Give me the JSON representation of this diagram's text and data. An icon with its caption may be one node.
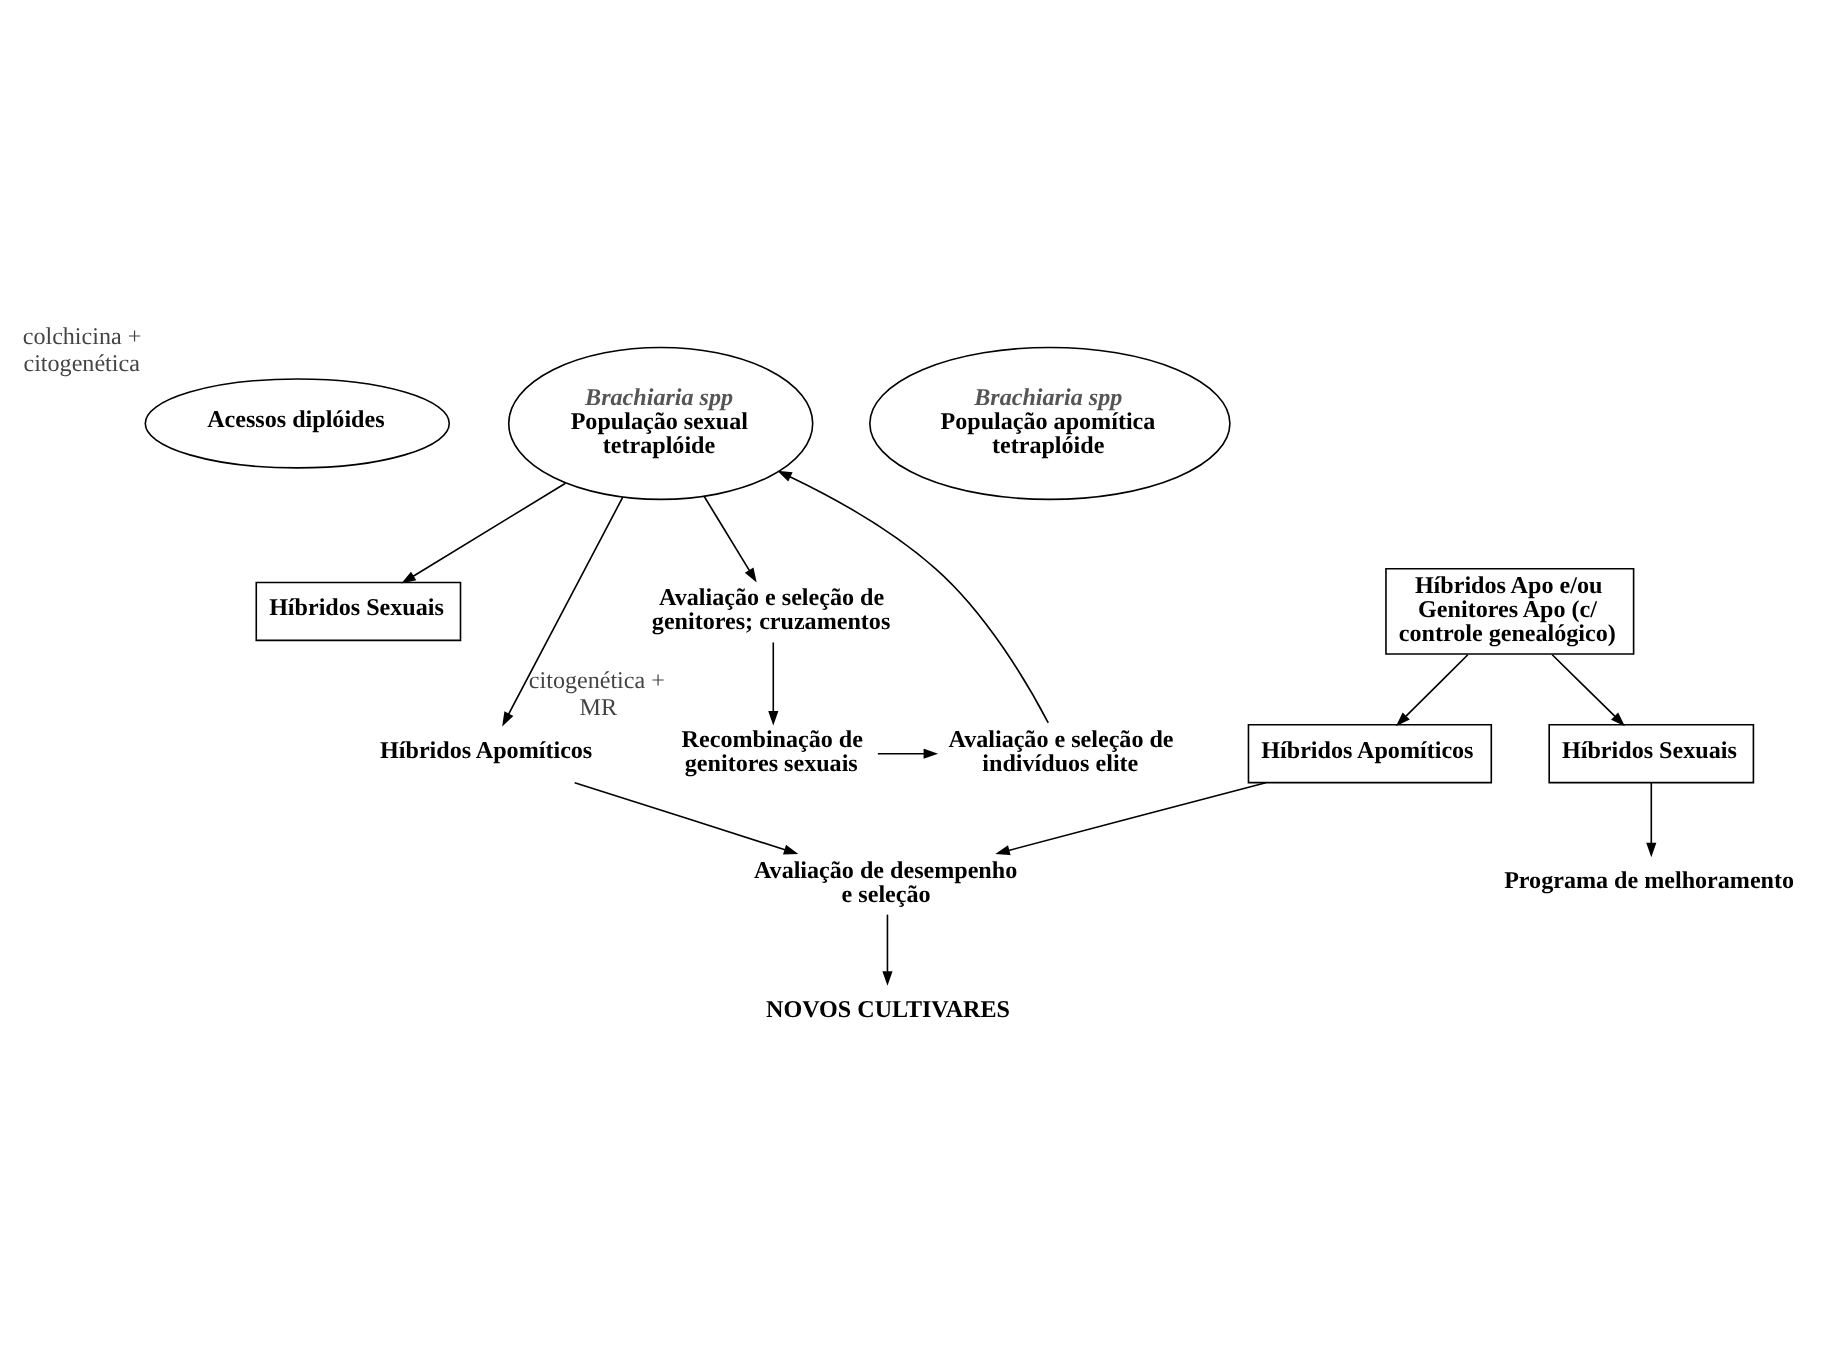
{
  "diagram": {
    "nodes": [
      {
        "text": [
          "Acessos diplóides"
        ],
        "beside": [
          "colchicina + citogenética"
        ]
      },
      {
        "text": [
          "Brachiaria spp",
          "População sexual tetraplóide"
        ]
      },
      {
        "text": [
          "Brachiaria spp",
          "População apomítica tetraplóide"
        ]
      },
      {
        "text": [
          "Avaliação e seleção de genitores; cruzamentos"
        ]
      },
      {
        "text": [
          "Híbridos Sexuais"
        ]
      },
      {
        "text": [
          "Híbridos Apomíticos"
        ]
      },
      {
        "text": [
          "Híbridos Apo e/ou Genitores Apo (c/ controle genealógico)"
        ]
      },
      {
        "text": [
          "Híbridos Apomíticos"
        ]
      },
      {
        "text": [
          "Híbridos Sexuais"
        ]
      },
      {
        "text": [
          "Avaliação de desempenho e seleção"
        ]
      },
      {
        "text": [
          "Recombinação de genitores sexuais"
        ],
        "beside": [
          "citogenética + MR"
        ]
      },
      {
        "text": [
          "Avaliação e seleção de indivíduos elite"
        ]
      },
      {
        "text": [
          "NOVOS CULTIVARES"
        ]
      },
      {
        "text": [
          "Programa de melhoramento"
        ]
      }
    ],
    "edges": [
      {
        "from": 1,
        "to": 3,
        "arrow": "to"
      },
      {
        "from": 1,
        "to": 5,
        "arrow": "to"
      },
      {
        "from": 1,
        "to": 4,
        "arrow": "to"
      },
      {
        "from": 6,
        "to": 7,
        "arrow": "to"
      },
      {
        "from": 6,
        "to": 8,
        "arrow": "to"
      },
      {
        "from": 5,
        "to": 9,
        "arrow": "to"
      },
      {
        "from": 7,
        "to": 9,
        "arrow": "to"
      },
      {
        "from": 8,
        "to": 13,
        "arrow": "to"
      },
      {
        "from": 9,
        "to": 12,
        "arrow": "to"
      },
      {
        "from": 3,
        "to": 10,
        "arrow": "to"
      },
      {
        "from": 10,
        "to": 11,
        "arrow": "to"
      },
      {
        "from": 11,
        "to": 1,
        "arrow": "to"
      }
    ]
  }
}
